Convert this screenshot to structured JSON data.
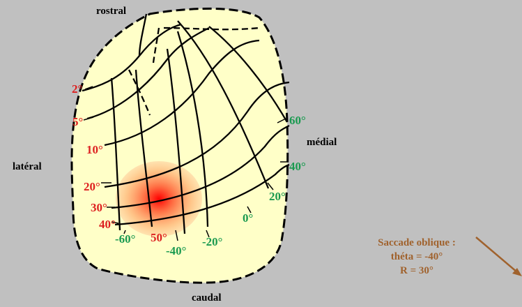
{
  "directions": {
    "rostral": "rostral",
    "caudal": "caudal",
    "lateral": "latéral",
    "medial": "médial"
  },
  "amplitude_labels": [
    "2°",
    "5°",
    "10°",
    "20°",
    "30°",
    "40°",
    "50°"
  ],
  "direction_labels": [
    "60°",
    "40°",
    "20°",
    "0°",
    "-20°",
    "-40°",
    "-60°"
  ],
  "annotation": {
    "line1": "Saccade oblique :",
    "line2": "théta = -40°",
    "line3": "R = 30°"
  },
  "colors": {
    "background": "#c0c0c0",
    "colliculus_fill": "#ffffc8",
    "amplitude_label": "#dd2020",
    "direction_label": "#1a9a50",
    "annotation": "#a0622d",
    "activity_center": "#ff0000",
    "activity_halo": "#ffb070"
  }
}
